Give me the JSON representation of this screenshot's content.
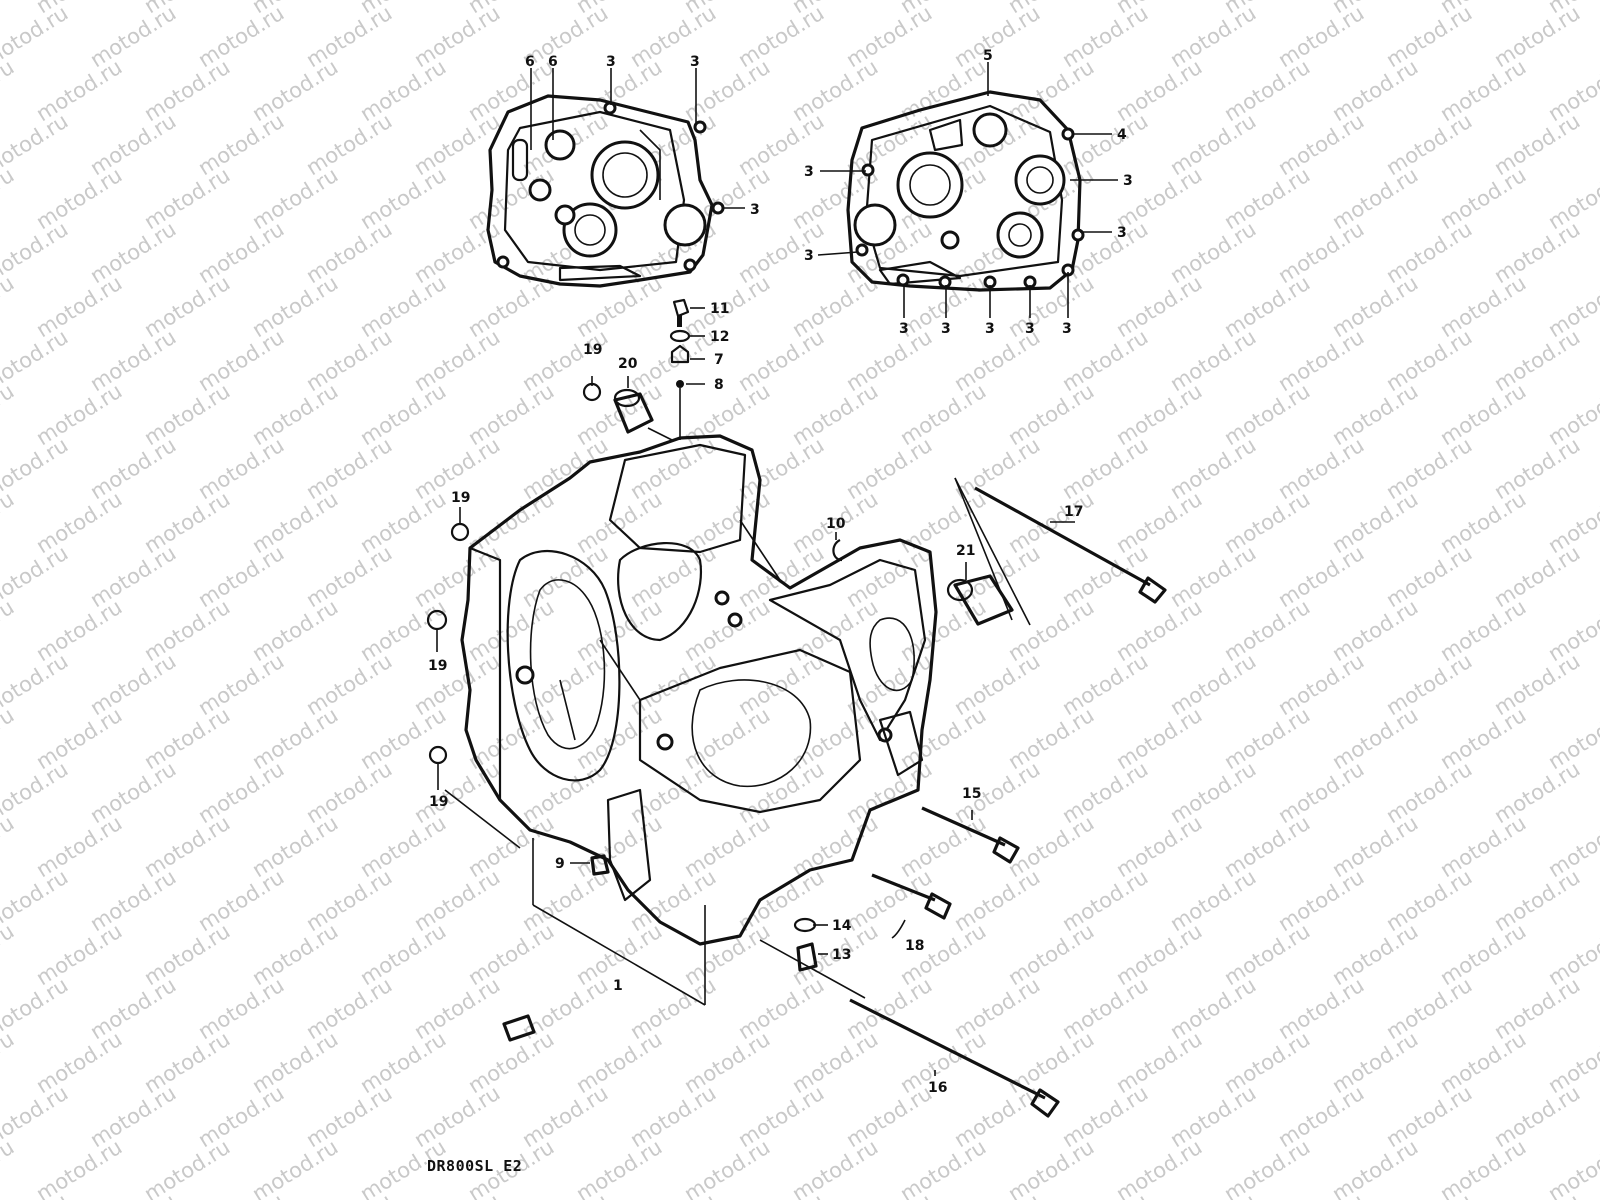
{
  "watermark": {
    "text": "motod.ru"
  },
  "caption": "DR800SL  E2",
  "callouts": [
    {
      "id": "c-6a",
      "label": "6"
    },
    {
      "id": "c-6b",
      "label": "6"
    },
    {
      "id": "c-3a",
      "label": "3"
    },
    {
      "id": "c-3b",
      "label": "3"
    },
    {
      "id": "c-3c",
      "label": "3"
    },
    {
      "id": "c-5",
      "label": "5"
    },
    {
      "id": "c-4",
      "label": "4"
    },
    {
      "id": "c-3d",
      "label": "3"
    },
    {
      "id": "c-3e",
      "label": "3"
    },
    {
      "id": "c-3f",
      "label": "3"
    },
    {
      "id": "c-3g",
      "label": "3"
    },
    {
      "id": "c-3h",
      "label": "3"
    },
    {
      "id": "c-3i",
      "label": "3"
    },
    {
      "id": "c-3j",
      "label": "3"
    },
    {
      "id": "c-3k",
      "label": "3"
    },
    {
      "id": "c-3l",
      "label": "3"
    },
    {
      "id": "c-11",
      "label": "11"
    },
    {
      "id": "c-12",
      "label": "12"
    },
    {
      "id": "c-7",
      "label": "7"
    },
    {
      "id": "c-8",
      "label": "8"
    },
    {
      "id": "c-19a",
      "label": "19"
    },
    {
      "id": "c-20",
      "label": "20"
    },
    {
      "id": "c-19b",
      "label": "19"
    },
    {
      "id": "c-19c",
      "label": "19"
    },
    {
      "id": "c-19d",
      "label": "19"
    },
    {
      "id": "c-10",
      "label": "10"
    },
    {
      "id": "c-21",
      "label": "21"
    },
    {
      "id": "c-17",
      "label": "17"
    },
    {
      "id": "c-15",
      "label": "15"
    },
    {
      "id": "c-9",
      "label": "9"
    },
    {
      "id": "c-14",
      "label": "14"
    },
    {
      "id": "c-13",
      "label": "13"
    },
    {
      "id": "c-18",
      "label": "18"
    },
    {
      "id": "c-1",
      "label": "1"
    },
    {
      "id": "c-16",
      "label": "16"
    }
  ]
}
